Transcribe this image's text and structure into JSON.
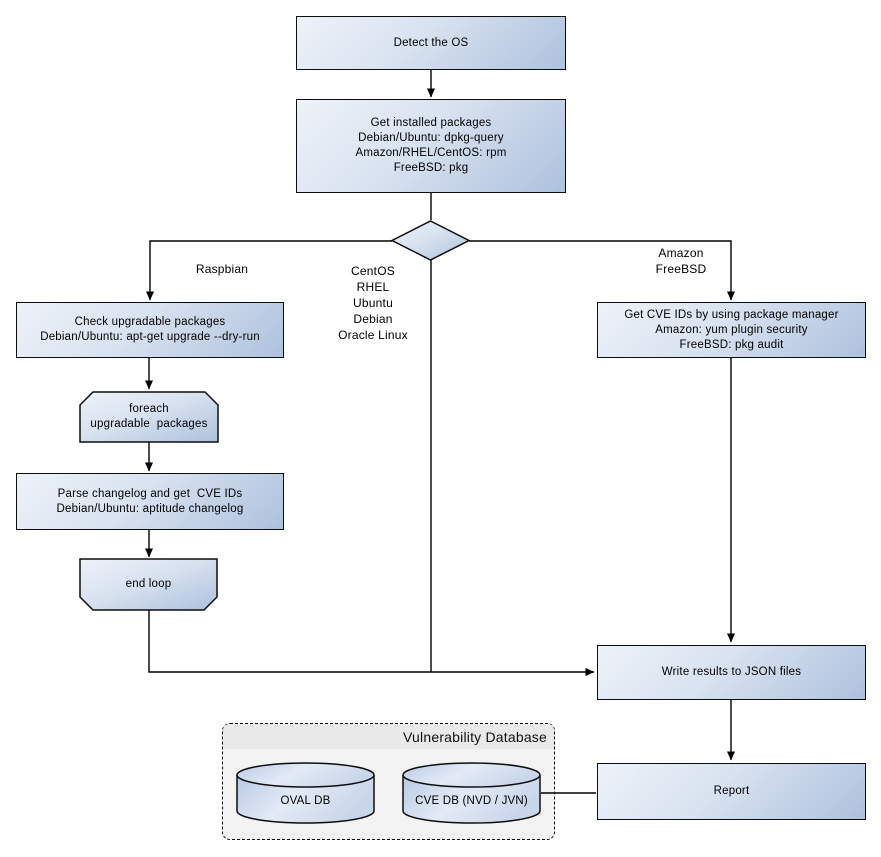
{
  "palette": {
    "node_gradient_start": "#eef2f9",
    "node_gradient_end": "#aec1dd",
    "border": "#0d0d0d",
    "container_fill": "#f3f3f3",
    "container_header": "#e9e9e9",
    "background": "#ffffff"
  },
  "nodes": {
    "detect_os": {
      "lines": [
        "Detect the OS"
      ]
    },
    "get_installed": {
      "lines": [
        "Get installed packages",
        "Debian/Ubuntu: dpkg-query",
        "Amazon/RHEL/CentOS: rpm",
        "FreeBSD: pkg"
      ]
    },
    "check_upgradable": {
      "lines": [
        "Check upgradable packages",
        "Debian/Ubuntu: apt-get upgrade --dry-run"
      ]
    },
    "foreach_loop": {
      "lines": [
        "foreach",
        "upgradable  packages"
      ]
    },
    "parse_changelog": {
      "lines": [
        "Parse changelog and get  CVE IDs",
        "Debian/Ubuntu: aptitude changelog"
      ]
    },
    "end_loop": {
      "lines": [
        "end loop"
      ]
    },
    "get_cve_ids": {
      "lines": [
        "Get CVE IDs by using package manager",
        "Amazon: yum plugin security",
        "FreeBSD: pkg audit"
      ]
    },
    "write_results": {
      "lines": [
        "Write results to JSON files"
      ]
    },
    "report": {
      "lines": [
        "Report"
      ]
    }
  },
  "edge_labels": {
    "left_branch": "Raspbian",
    "center_branch": [
      "CentOS",
      "RHEL",
      "Ubuntu",
      "Debian",
      "Oracle Linux"
    ],
    "right_branch": [
      "Amazon",
      "FreeBSD"
    ]
  },
  "vulnerability_db": {
    "title": "Vulnerability Database",
    "cylinders": [
      "OVAL DB",
      "CVE DB (NVD / JVN)"
    ]
  }
}
